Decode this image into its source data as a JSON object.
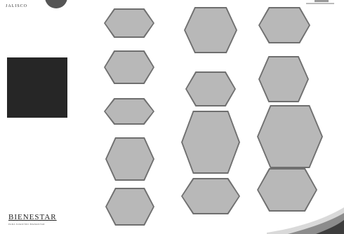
{
  "header": {
    "left_text": "JALISCO"
  },
  "footer": {
    "brand": "BIENESTAR",
    "tagline": "PARA NUESTRO BIENESTAR"
  },
  "hexagons": [
    {
      "id": "h1",
      "text": ""
    },
    {
      "id": "h2",
      "text": ""
    },
    {
      "id": "h3",
      "text": ""
    },
    {
      "id": "h4",
      "text": ""
    },
    {
      "id": "h5",
      "text": ""
    },
    {
      "id": "h6",
      "text": ""
    },
    {
      "id": "h7",
      "text": ""
    },
    {
      "id": "h8",
      "text": ""
    },
    {
      "id": "h9",
      "text": ""
    },
    {
      "id": "h10",
      "text": ""
    },
    {
      "id": "h11",
      "text": ""
    },
    {
      "id": "h12",
      "text": ""
    },
    {
      "id": "h13",
      "text": ""
    },
    {
      "id": "h14",
      "text": ""
    }
  ],
  "colors": {
    "hex_fill": "#b8b8b8",
    "hex_border": "#6f6f6f",
    "panel": "#262626"
  }
}
